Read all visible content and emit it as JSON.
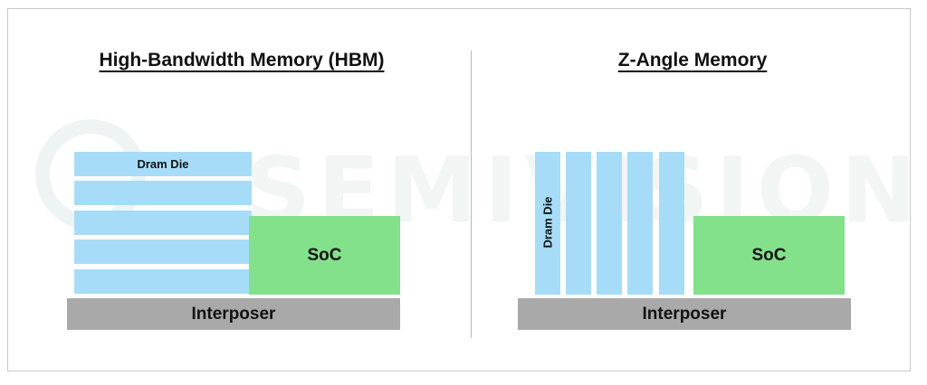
{
  "watermark": {
    "text": "SEMIVISION"
  },
  "hbm": {
    "title": "High-Bandwidth Memory (HBM)",
    "dram_label": "Dram Die",
    "soc_label": "SoC",
    "interposer_label": "Interposer"
  },
  "zangle": {
    "title": "Z-Angle Memory",
    "dram_label": "Dram Die",
    "soc_label": "SoC",
    "interposer_label": "Interposer"
  },
  "colors": {
    "dram": "#a6dcf7",
    "soc": "#83e08b",
    "interposer": "#a9a9a9",
    "divider": "#b8b8b8",
    "frame": "#c9c9c9"
  }
}
